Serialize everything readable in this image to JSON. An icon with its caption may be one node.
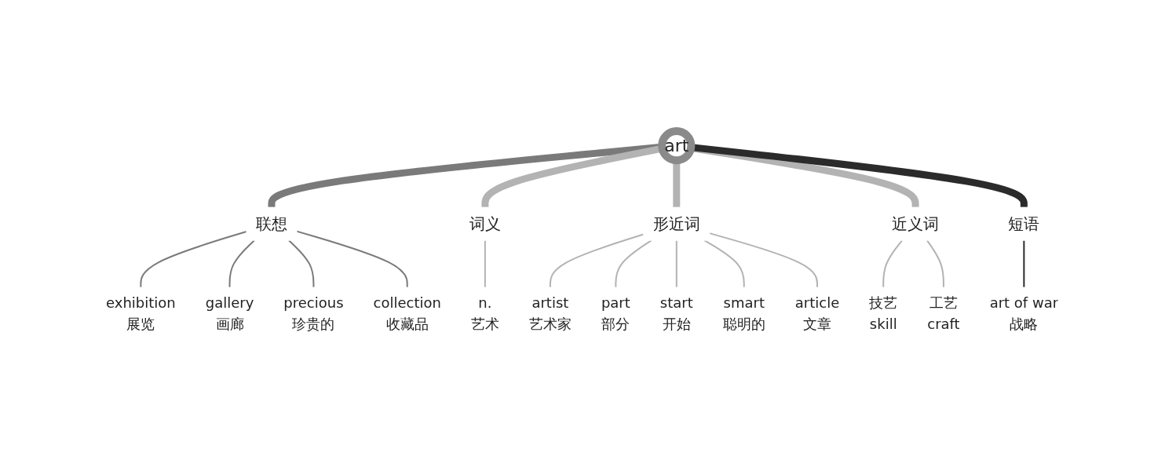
{
  "diagram": {
    "nodes": [
      {
        "text": [
          "art"
        ]
      },
      {
        "text": [
          "联想"
        ]
      },
      {
        "text": [
          "exhibition",
          "展览"
        ]
      },
      {
        "text": [
          "gallery",
          "画廊"
        ]
      },
      {
        "text": [
          "precious",
          "珍贵的"
        ]
      },
      {
        "text": [
          "collection",
          "收藏品"
        ]
      },
      {
        "text": [
          "词义"
        ]
      },
      {
        "text": [
          "n.",
          "艺术"
        ]
      },
      {
        "text": [
          "形近词"
        ]
      },
      {
        "text": [
          "artist",
          "艺术家"
        ]
      },
      {
        "text": [
          "part",
          "部分"
        ]
      },
      {
        "text": [
          "start",
          "开始"
        ]
      },
      {
        "text": [
          "smart",
          "聪明的"
        ]
      },
      {
        "text": [
          "article",
          "文章"
        ]
      },
      {
        "text": [
          "近义词"
        ]
      },
      {
        "text": [
          "技艺",
          "skill"
        ]
      },
      {
        "text": [
          "工艺",
          "craft"
        ]
      },
      {
        "text": [
          "短语"
        ]
      },
      {
        "text": [
          "art of war",
          "战略"
        ]
      }
    ],
    "edges": [
      {
        "from": 0,
        "to": 1,
        "arrow": "none",
        "style": "thick",
        "color": "#7a7a7a"
      },
      {
        "from": 1,
        "to": 2,
        "arrow": "none",
        "color": "#7a7a7a"
      },
      {
        "from": 1,
        "to": 3,
        "arrow": "none",
        "color": "#7a7a7a"
      },
      {
        "from": 1,
        "to": 4,
        "arrow": "none",
        "color": "#7a7a7a"
      },
      {
        "from": 1,
        "to": 5,
        "arrow": "none",
        "color": "#7a7a7a"
      },
      {
        "from": 0,
        "to": 6,
        "arrow": "none",
        "style": "thick"
      },
      {
        "from": 6,
        "to": 7,
        "arrow": "none"
      },
      {
        "from": 0,
        "to": 8,
        "arrow": "none",
        "style": "thick"
      },
      {
        "from": 8,
        "to": 9,
        "arrow": "none"
      },
      {
        "from": 8,
        "to": 10,
        "arrow": "none"
      },
      {
        "from": 8,
        "to": 11,
        "arrow": "none"
      },
      {
        "from": 8,
        "to": 12,
        "arrow": "none"
      },
      {
        "from": 8,
        "to": 13,
        "arrow": "none"
      },
      {
        "from": 0,
        "to": 14,
        "arrow": "none",
        "style": "thick"
      },
      {
        "from": 14,
        "to": 15,
        "arrow": "none"
      },
      {
        "from": 14,
        "to": 16,
        "arrow": "none"
      },
      {
        "from": 0,
        "to": 17,
        "arrow": "none",
        "style": "thick",
        "color": "#2b2b2b"
      },
      {
        "from": 17,
        "to": 18,
        "arrow": "none",
        "color": "#2b2b2b"
      }
    ]
  }
}
